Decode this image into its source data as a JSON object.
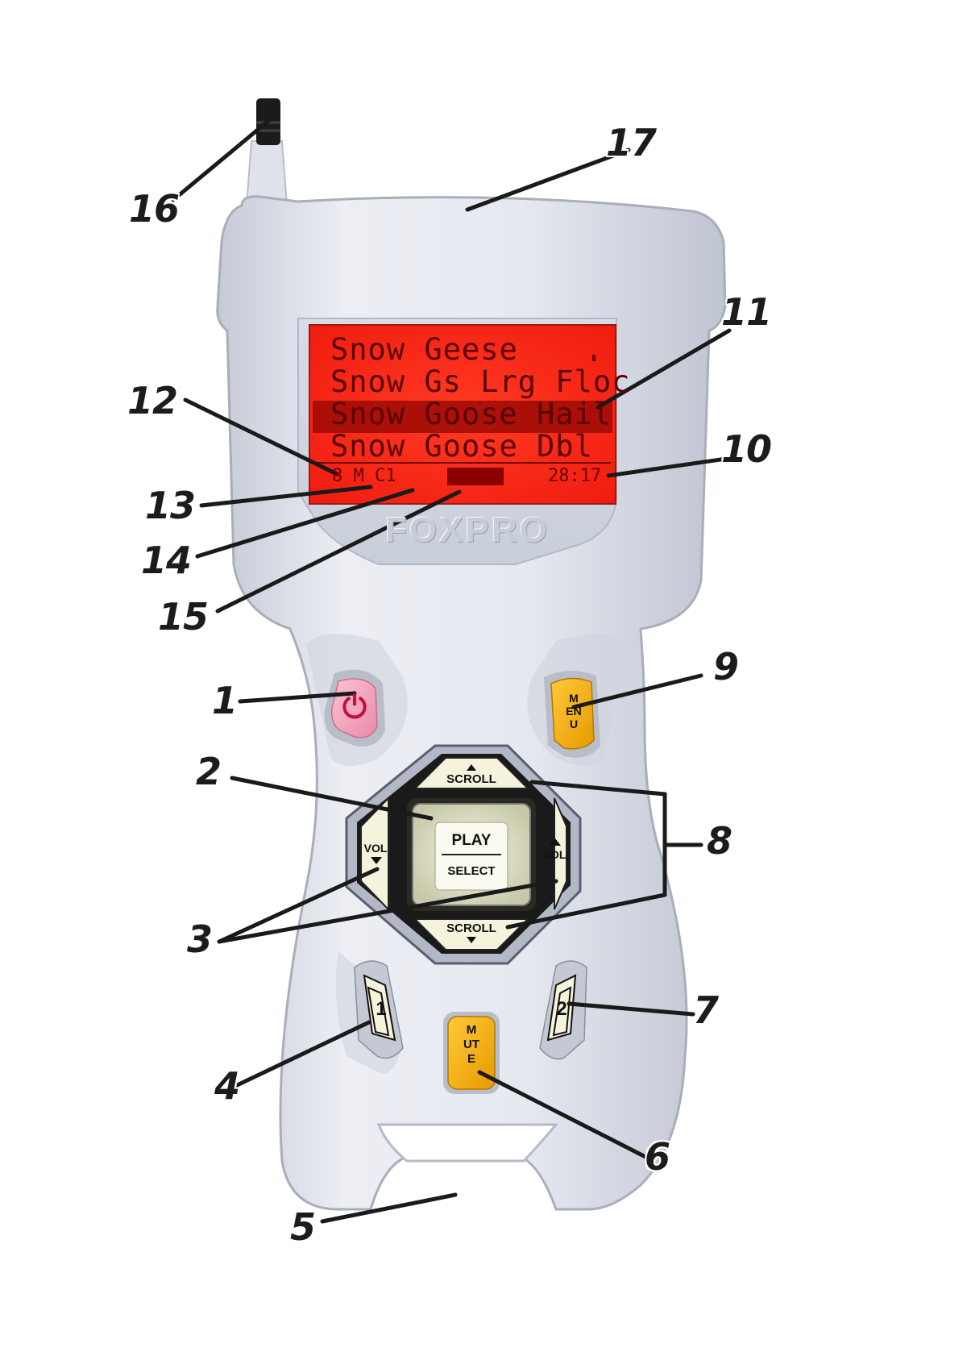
{
  "device": {
    "brand": "FOXPRO",
    "screen": {
      "lines": [
        "Snow Geese",
        "Snow Gs Lrg Floc",
        "Snow Goose Hail",
        "Snow Goose Dbl"
      ],
      "selected_index": 2,
      "status": {
        "left": "8 M C1",
        "time": "28:17"
      }
    },
    "buttons": {
      "power_symbol": "⏻",
      "menu": "MENU",
      "scroll_up": "SCROLL",
      "scroll_down": "SCROLL",
      "vol_left": "VOL",
      "vol_right": "VOL",
      "play": "PLAY",
      "select": "SELECT",
      "fav1": "1",
      "fav2": "2",
      "mute": "MUTE"
    }
  },
  "callouts": [
    "1",
    "2",
    "3",
    "4",
    "5",
    "6",
    "7",
    "8",
    "9",
    "10",
    "11",
    "12",
    "13",
    "14",
    "15",
    "16",
    "17"
  ],
  "colors": {
    "body": "#dfe3ec",
    "screen": "#ff2a1a",
    "power": "#f4a8c0",
    "yellow": "#f5b300"
  }
}
